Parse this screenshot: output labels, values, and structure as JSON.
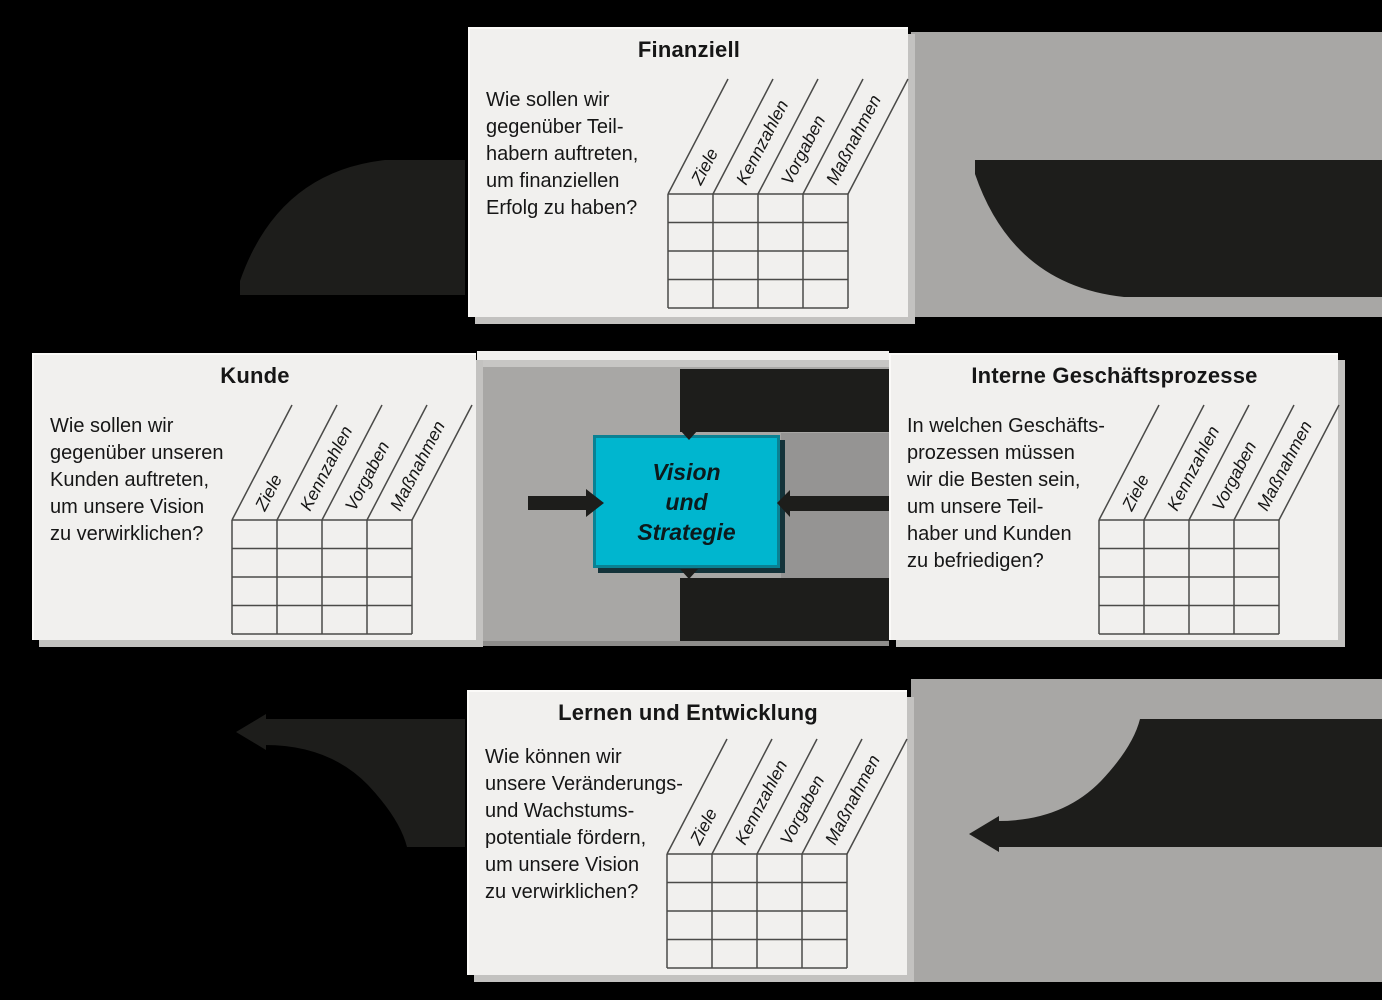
{
  "diagram": {
    "type": "balanced-scorecard-cycle",
    "language": "de"
  },
  "colors": {
    "canvas_bg": "#000000",
    "panel_fill": "#f1f0ee",
    "panel_edge_light": "#fbfaf8",
    "panel_shadow": "#c3c2c0",
    "band_fill": "#a8a7a5",
    "band_dim": "#959493",
    "band_highlight": "#f1f0ee",
    "band_mid": "#c7c6c4",
    "band_edge_dark": "#8e8d8b",
    "arrow_black": "#1d1d1b",
    "vision_fill": "#00b6cf",
    "vision_border": "#0a8193",
    "vision_shadow": "#14333a",
    "text_color": "#161616"
  },
  "center": {
    "label": "Vision\nund\nStrategie"
  },
  "matrix": {
    "columns": [
      "Ziele",
      "Kennzahlen",
      "Vorgaben",
      "Maßnahmen"
    ],
    "rows": 4
  },
  "panels": {
    "finanziell": {
      "title": "Finanziell",
      "question": "Wie sollen wir\ngegenüber Teil-\nhabern auftreten,\num finanziellen\nErfolg zu haben?"
    },
    "kunde": {
      "title": "Kunde",
      "question": "Wie sollen wir\ngegenüber unseren\nKunden auftreten,\num unsere Vision\nzu verwirklichen?"
    },
    "interne": {
      "title": "Interne Geschäftsprozesse",
      "question": "In welchen Geschäfts-\nprozessen müssen\nwir die Besten sein,\num unsere Teil-\nhaber und Kunden\nzu befriedigen?"
    },
    "lernen": {
      "title": "Lernen und Entwicklung",
      "question": "Wie können wir\nunsere Veränderungs-\nund Wachstums-\npotentiale fördern,\num unsere Vision\nzu verwirklichen?"
    }
  }
}
